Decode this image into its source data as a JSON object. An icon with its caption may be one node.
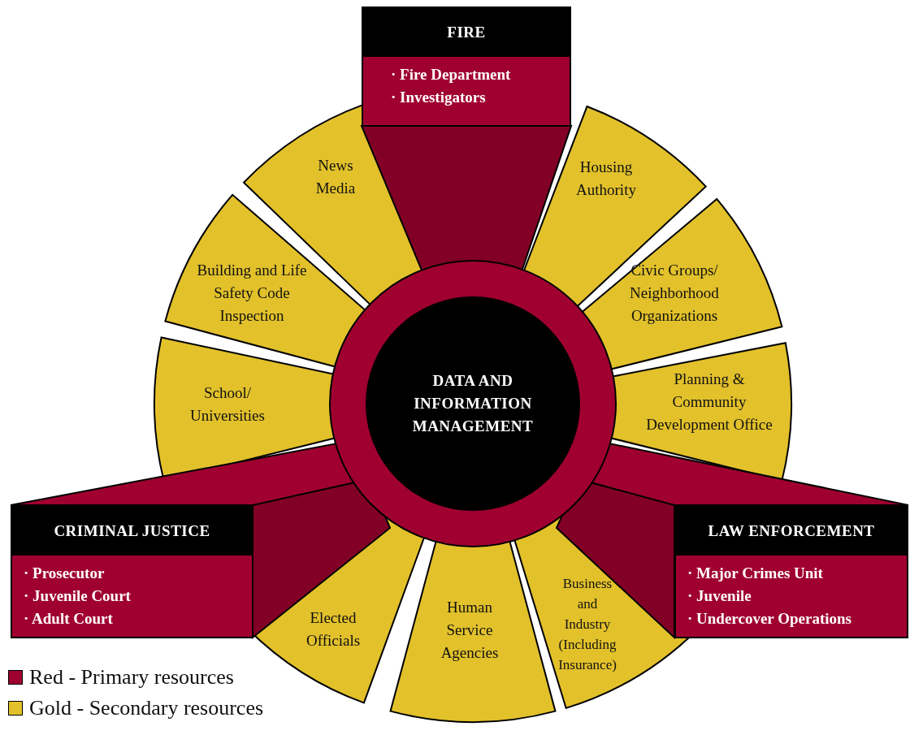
{
  "diagram": {
    "nodes": [
      {
        "text": [
          "FIRE",
          "· Fire Department",
          "· Investigators"
        ]
      },
      {
        "text": [
          "News Media"
        ]
      },
      {
        "text": [
          "Housing Authority"
        ]
      },
      {
        "text": [
          "Building and Life Safety Code Inspection"
        ]
      },
      {
        "text": [
          "Civic Groups/ Neighborhood Organizations"
        ]
      },
      {
        "text": [
          "DATA AND INFORMATION MANAGEMENT"
        ]
      },
      {
        "text": [
          "School/ Universities"
        ]
      },
      {
        "text": [
          "Planning & Community Development Office"
        ]
      },
      {
        "text": [
          "CRIMINAL JUSTICE",
          "· Prosecutor",
          "· Juvenile Court",
          "· Adult Court"
        ]
      },
      {
        "text": [
          "LAW ENFORCEMENT",
          "· Major Crimes Unit",
          "· Juvenile",
          "· Undercover Operations"
        ]
      },
      {
        "text": [
          "Elected Officials"
        ]
      },
      {
        "text": [
          "Human Service Agencies"
        ]
      },
      {
        "text": [
          "Business and Industry (Including Insurance)"
        ]
      }
    ],
    "legend": [
      {
        "text": "Red - Primary resources",
        "color": "#a00030"
      },
      {
        "text": "Gold - Secondary resources",
        "color": "#e2c12b"
      }
    ]
  }
}
